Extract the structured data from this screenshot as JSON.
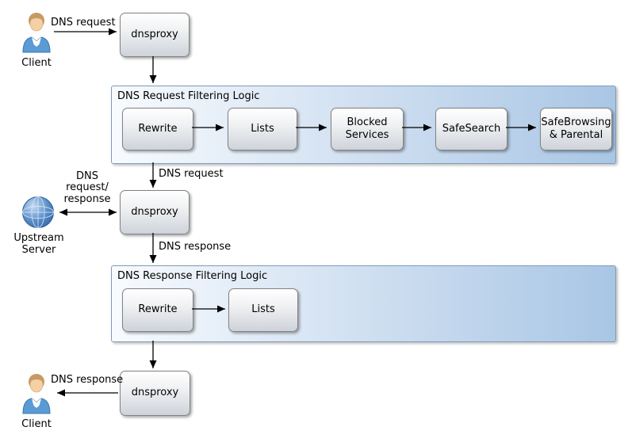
{
  "diagram": {
    "nodes": {
      "client_top": "Client",
      "client_bottom": "Client",
      "upstream_server": "Upstream\nServer",
      "dnsproxy_top": "dnsproxy",
      "dnsproxy_mid": "dnsproxy",
      "dnsproxy_bottom": "dnsproxy"
    },
    "edges": {
      "client_request": "DNS request",
      "filtered_request": "DNS request",
      "upstream_exchange": "DNS\nrequest/\nresponse",
      "upstream_response": "DNS response",
      "client_response": "DNS response"
    },
    "request_filtering": {
      "title": "DNS Request Filtering Logic",
      "steps": [
        "Rewrite",
        "Lists",
        "Blocked\nServices",
        "SafeSearch",
        "SafeBrowsing\n& Parental"
      ]
    },
    "response_filtering": {
      "title": "DNS Response Filtering Logic",
      "steps": [
        "Rewrite",
        "Lists"
      ]
    },
    "colors": {
      "group_gradient_start": "#f8fbfe",
      "group_gradient_end": "#a9c6e5",
      "node_gradient_start": "#ffffff",
      "node_gradient_end": "#ced3da",
      "person_shirt": "#5b9bd5",
      "globe_blue": "#5b8fc9",
      "arrow": "#000000"
    }
  }
}
